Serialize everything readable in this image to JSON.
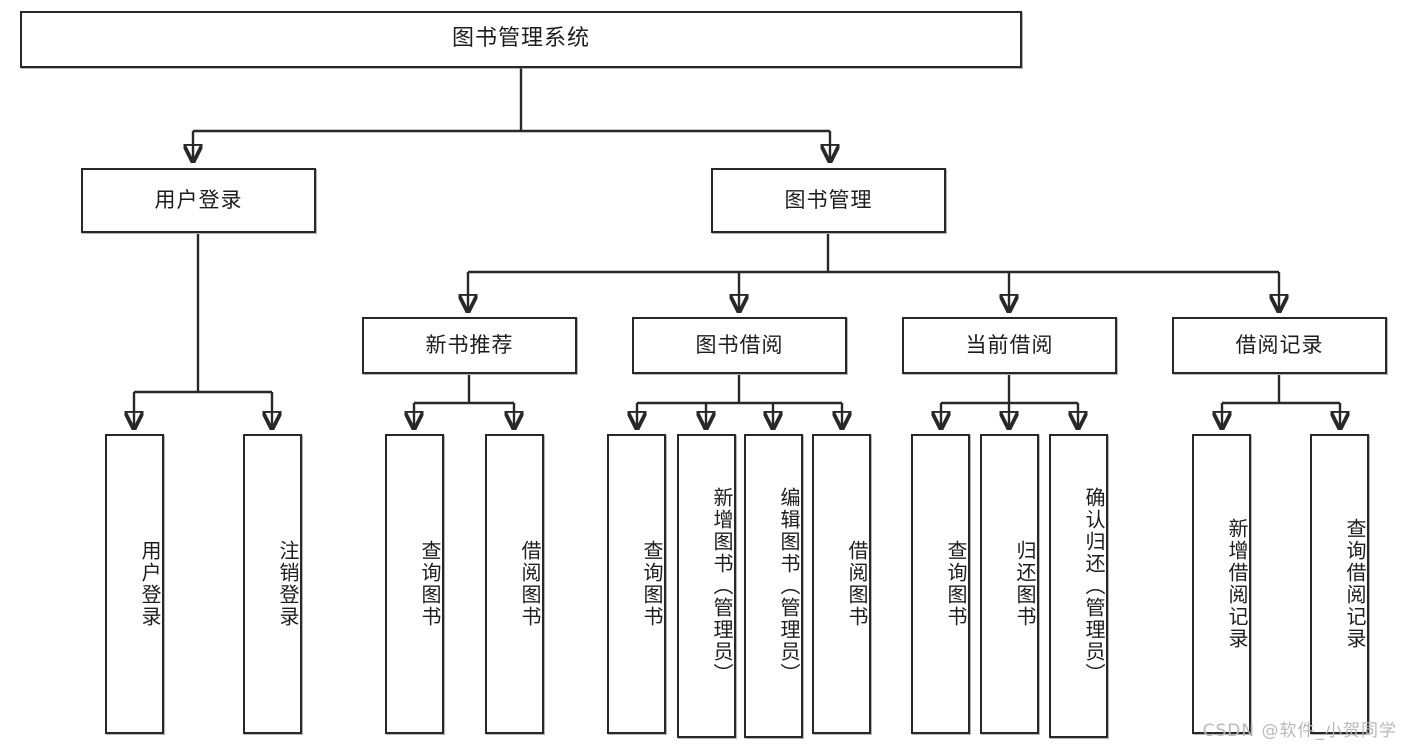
{
  "diagram": {
    "type": "tree",
    "title": "图书管理系统",
    "watermark": "CSDN @软件_小贺同学",
    "colors": {
      "stroke": "#282828",
      "fill": "#ffffff",
      "text": "#1d1d1d",
      "watermark": "#b9b9b9"
    },
    "levels": {
      "root": {
        "label": "图书管理系统"
      },
      "level2": [
        {
          "id": "user-login",
          "label": "用户登录"
        },
        {
          "id": "book-manage",
          "label": "图书管理"
        }
      ],
      "level3": [
        {
          "id": "new-book-recommend",
          "label": "新书推荐",
          "parent": "book-manage"
        },
        {
          "id": "book-borrow",
          "label": "图书借阅",
          "parent": "book-manage"
        },
        {
          "id": "current-borrow",
          "label": "当前借阅",
          "parent": "book-manage"
        },
        {
          "id": "borrow-record",
          "label": "借阅记录",
          "parent": "book-manage"
        }
      ],
      "leaves": [
        {
          "id": "leaf-user-login",
          "label": "用户登录",
          "parent": "user-login"
        },
        {
          "id": "leaf-user-logout",
          "label": "注销登录",
          "parent": "user-login"
        },
        {
          "id": "leaf-query-book-1",
          "label": "查询图书",
          "parent": "new-book-recommend"
        },
        {
          "id": "leaf-borrow-book-1",
          "label": "借阅图书",
          "parent": "new-book-recommend"
        },
        {
          "id": "leaf-query-book-2",
          "label": "查询图书",
          "parent": "book-borrow"
        },
        {
          "id": "leaf-add-book",
          "label": "新增图书（管理员）",
          "parent": "book-borrow"
        },
        {
          "id": "leaf-edit-book",
          "label": "编辑图书（管理员）",
          "parent": "book-borrow"
        },
        {
          "id": "leaf-borrow-book-2",
          "label": "借阅图书",
          "parent": "book-borrow"
        },
        {
          "id": "leaf-query-book-3",
          "label": "查询图书",
          "parent": "current-borrow"
        },
        {
          "id": "leaf-return-book",
          "label": "归还图书",
          "parent": "current-borrow"
        },
        {
          "id": "leaf-confirm-return",
          "label": "确认归还（管理员）",
          "parent": "current-borrow"
        },
        {
          "id": "leaf-add-record",
          "label": "新增借阅记录",
          "parent": "borrow-record"
        },
        {
          "id": "leaf-query-record",
          "label": "查询借阅记录",
          "parent": "borrow-record"
        }
      ]
    }
  }
}
